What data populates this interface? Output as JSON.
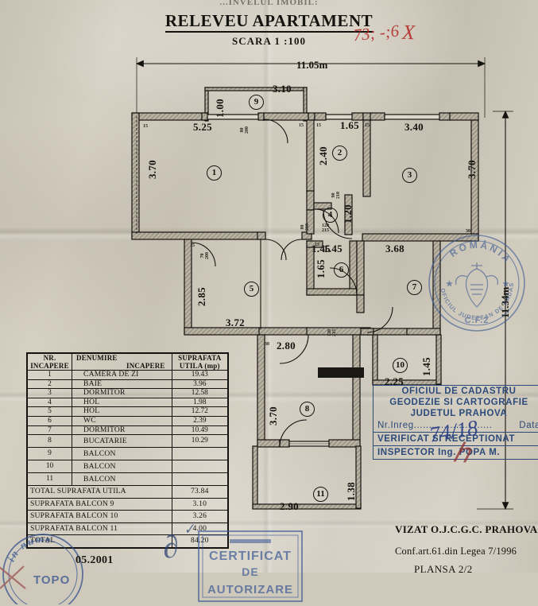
{
  "document": {
    "header_cut": "...INVELUL IMOBIL:",
    "title": "RELEVEU APARTAMENT",
    "scale": "SCARA  1 :100",
    "red_annotation": "73; -;6",
    "red_annotation_2": "X",
    "date": "05.2001"
  },
  "overall_dimensions": {
    "width": "11.05m",
    "height": "11.34m"
  },
  "rooms": [
    {
      "no": "1",
      "name": "CAMERA DE ZI",
      "area": "19.43",
      "w": "5.25",
      "h": "3.70"
    },
    {
      "no": "2",
      "name": "BAIE",
      "area": "3.96",
      "w": "1.65",
      "h": "2.40"
    },
    {
      "no": "3",
      "name": "DORMITOR",
      "area": "12.58",
      "w": "3.40",
      "h": "3.70"
    },
    {
      "no": "4",
      "name": "HOL",
      "area": "1.98",
      "w": "1.45",
      "h": "1.20"
    },
    {
      "no": "5",
      "name": "HOL",
      "area": "12.72",
      "w": "3.72",
      "h": "2.85"
    },
    {
      "no": "6",
      "name": "WC",
      "area": "2.39",
      "w": "1.45",
      "h": "1.65"
    },
    {
      "no": "7",
      "name": "DORMITOR",
      "area": "10.49",
      "w": "3.68",
      "h": ""
    },
    {
      "no": "8",
      "name": "BUCATARIE",
      "area": "10.29",
      "w": "2.80",
      "h": "3.70"
    },
    {
      "no": "9",
      "name": "BALCON",
      "area": "",
      "w": "3.10",
      "h": "1.00"
    },
    {
      "no": "10",
      "name": "BALCON",
      "area": "",
      "w": "2.25",
      "h": "1.45"
    },
    {
      "no": "11",
      "name": "BALCON",
      "area": "",
      "w": "2.90",
      "h": "1.38"
    }
  ],
  "table": {
    "headers": {
      "col1_line1": "NR.",
      "col1_line2": "INCAPERE",
      "col2_line1": "DENUMIRE",
      "col2_line2": "INCAPERE",
      "col3_line1": "SUPRAFATA",
      "col3_line2": "UTILA (mp)"
    },
    "totals": [
      {
        "label": "TOTAL SUPRAFATA UTILA",
        "value": "73.84"
      },
      {
        "label": "SUPRAFATA BALCON 9",
        "value": "3.10"
      },
      {
        "label": "SUPRAFATA BALCON 10",
        "value": "3.26"
      },
      {
        "label": "SUPRAFATA BALCON 11",
        "value": "4.00"
      },
      {
        "label": "TOTAL",
        "value": "84.20"
      }
    ]
  },
  "wall_notes": [
    "15",
    "15",
    "15",
    "15",
    "15",
    "15",
    "30",
    "30"
  ],
  "openings": [
    {
      "label": "80\n210"
    },
    {
      "label": "120\n215"
    },
    {
      "label": "80\n200"
    },
    {
      "label": "90\n210"
    },
    {
      "label": "70\n200"
    },
    {
      "label": "120\n215"
    }
  ],
  "cadastre_box": {
    "line1": "OFICIUL DE CADASTRU",
    "line2": "GEODEZIE SI CARTOGRAFIE",
    "line3": "JUDETUL PRAHOVA",
    "nr_label": "Nr.Inreg.",
    "nr_value": "74/18",
    "date_label": "Data",
    "verified": "VERIFICAT SI RECEPTIONAT",
    "inspector": "INSPECTOR Ing. POPA M."
  },
  "footer": {
    "vizat": "VIZAT O.J.C.G.C. PRAHOVA",
    "conf": "Conf.art.61.din Legea 7/1996",
    "plansa": "PLANSA 2/2"
  },
  "stamps": {
    "round_outer": "ROMANIA",
    "round_ring": "OFICIUL JUDETEAN DE CADASTRU GEODEZIE SI CARTOGRAFIE",
    "round_cf": "C.F.2",
    "certificate_l1": "CERTIFICAT",
    "certificate_l2": "DE",
    "certificate_l3": "AUTORIZARE",
    "topo_l1": "in nume",
    "topo_l2": "TOPO"
  },
  "colors": {
    "ink": "#15130f",
    "stamp_blue": "#3a5a93",
    "red_pen": "#b32424",
    "paper": "#cfc9bc"
  }
}
